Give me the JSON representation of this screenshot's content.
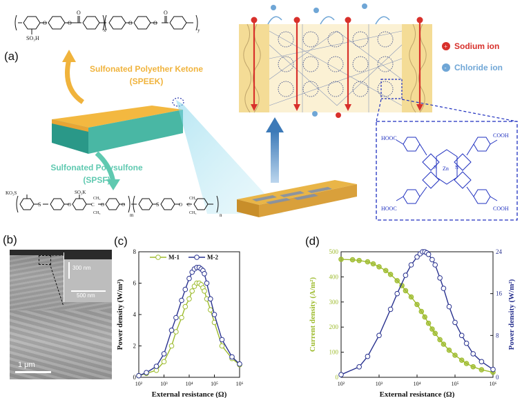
{
  "panels": {
    "a": "(a)",
    "b": "(b)",
    "c": "(c)",
    "d": "(d)"
  },
  "schematic": {
    "speek_name": "Sulfonated Polyether Ketone",
    "speek_abbr": "(SPEEK)",
    "spsf_name": "Sulfonated Polysulfone",
    "spsf_abbr": "(SPSF)",
    "legend_sodium": "Sodium ion",
    "legend_chloride": "Chloride ion",
    "speek_formula": {
      "so3h": "SO₃H",
      "x": "x",
      "y": "y"
    },
    "spsf_formula": {
      "ko3s": "KO₃S",
      "so3k": "SO₃K",
      "ch3": "CH₃",
      "m": "m",
      "n": "n"
    },
    "porphyrin": {
      "cooh": "COOH",
      "hooc": "HOOC",
      "metal": "Zn",
      "nitrogen": "N"
    },
    "colors": {
      "speek": "#f0b33c",
      "spsf": "#5fc9b0",
      "sodium": "#d8302b",
      "chloride": "#6fa6d6",
      "porphyrin": "#1e2fbf"
    }
  },
  "sem": {
    "scale_main": "1 μm",
    "scale_inset": "500 nm",
    "thickness": "300 nm"
  },
  "chart_data": [
    {
      "type": "line",
      "panel": "(c)",
      "xlabel": "External resistance (Ω)",
      "ylabel": "Power density (W/m²)",
      "x_scale": "log",
      "xlim": [
        100,
        1000000
      ],
      "ylim": [
        0,
        8
      ],
      "x_ticks": [
        100,
        1000,
        10000,
        100000,
        1000000
      ],
      "x_tick_labels": [
        "10²",
        "10³",
        "10⁴",
        "10⁵",
        "10⁶"
      ],
      "y_ticks": [
        0,
        2,
        4,
        6,
        8
      ],
      "y_tick_labels": [
        "0",
        "2",
        "4",
        "6",
        "8"
      ],
      "legend_position": "top",
      "series": [
        {
          "name": "M-1",
          "color": "#9dbb2c",
          "x": [
            100,
            200,
            500,
            1000,
            2000,
            3000,
            5000,
            7000,
            10000,
            13000,
            16000,
            20000,
            25000,
            30000,
            35000,
            40000,
            50000,
            70000,
            100000,
            200000,
            500000,
            1000000
          ],
          "y": [
            0.1,
            0.25,
            0.45,
            1.0,
            2.0,
            2.9,
            3.8,
            4.5,
            5.0,
            5.5,
            5.8,
            6.0,
            6.0,
            5.9,
            5.7,
            5.5,
            5.0,
            4.3,
            3.5,
            2.0,
            1.2,
            0.8
          ]
        },
        {
          "name": "M-2",
          "color": "#27308e",
          "x": [
            100,
            200,
            500,
            1000,
            2000,
            3000,
            5000,
            7000,
            10000,
            13000,
            16000,
            20000,
            25000,
            30000,
            35000,
            40000,
            50000,
            70000,
            100000,
            200000,
            500000,
            1000000
          ],
          "y": [
            0.1,
            0.3,
            0.7,
            1.5,
            3.0,
            3.8,
            4.9,
            5.6,
            6.3,
            6.7,
            6.9,
            7.0,
            7.0,
            6.9,
            6.8,
            6.6,
            6.0,
            5.0,
            4.0,
            2.4,
            1.3,
            0.85
          ]
        }
      ]
    },
    {
      "type": "line",
      "panel": "(d)",
      "xlabel": "External resistance (Ω)",
      "ylabel": "Current density (A/m²)",
      "y2label": "Power density (W/m²)",
      "x_scale": "log",
      "xlim": [
        100,
        1000000
      ],
      "ylim": [
        0,
        500
      ],
      "y2lim": [
        0,
        24
      ],
      "x_ticks": [
        100,
        1000,
        10000,
        100000,
        1000000
      ],
      "x_tick_labels": [
        "10²",
        "10³",
        "10⁴",
        "10⁵",
        "10⁶"
      ],
      "y_ticks": [
        0,
        100,
        200,
        300,
        400,
        500
      ],
      "y_tick_labels": [
        "0",
        "100",
        "200",
        "300",
        "400",
        "500"
      ],
      "y2_ticks": [
        0,
        8,
        16,
        24
      ],
      "y2_tick_labels": [
        "0",
        "8",
        "16",
        "24"
      ],
      "series": [
        {
          "name": "Current density",
          "axis": "left",
          "color": "#9dbb2c",
          "x": [
            100,
            200,
            300,
            500,
            700,
            1000,
            1500,
            2000,
            3000,
            4000,
            5000,
            7000,
            10000,
            13000,
            16000,
            20000,
            25000,
            30000,
            40000,
            50000,
            70000,
            100000,
            150000,
            200000,
            300000,
            500000,
            1000000
          ],
          "y": [
            470,
            468,
            465,
            460,
            452,
            440,
            425,
            410,
            385,
            365,
            345,
            320,
            290,
            262,
            240,
            215,
            192,
            175,
            150,
            132,
            108,
            88,
            68,
            55,
            42,
            30,
            20
          ]
        },
        {
          "name": "Power density",
          "axis": "right",
          "color": "#27308e",
          "x": [
            100,
            300,
            500,
            1000,
            2000,
            3000,
            5000,
            7000,
            10000,
            12000,
            14000,
            16000,
            18000,
            20000,
            25000,
            30000,
            40000,
            50000,
            70000,
            100000,
            150000,
            200000,
            300000,
            500000,
            1000000
          ],
          "y": [
            0.5,
            2.0,
            4.0,
            8.0,
            13.0,
            16.0,
            19.5,
            21.5,
            23.0,
            23.6,
            24.0,
            24.0,
            23.8,
            23.5,
            22.5,
            21.5,
            19.0,
            17.0,
            13.5,
            10.5,
            8.0,
            6.5,
            4.5,
            3.0,
            1.5
          ]
        }
      ]
    }
  ]
}
